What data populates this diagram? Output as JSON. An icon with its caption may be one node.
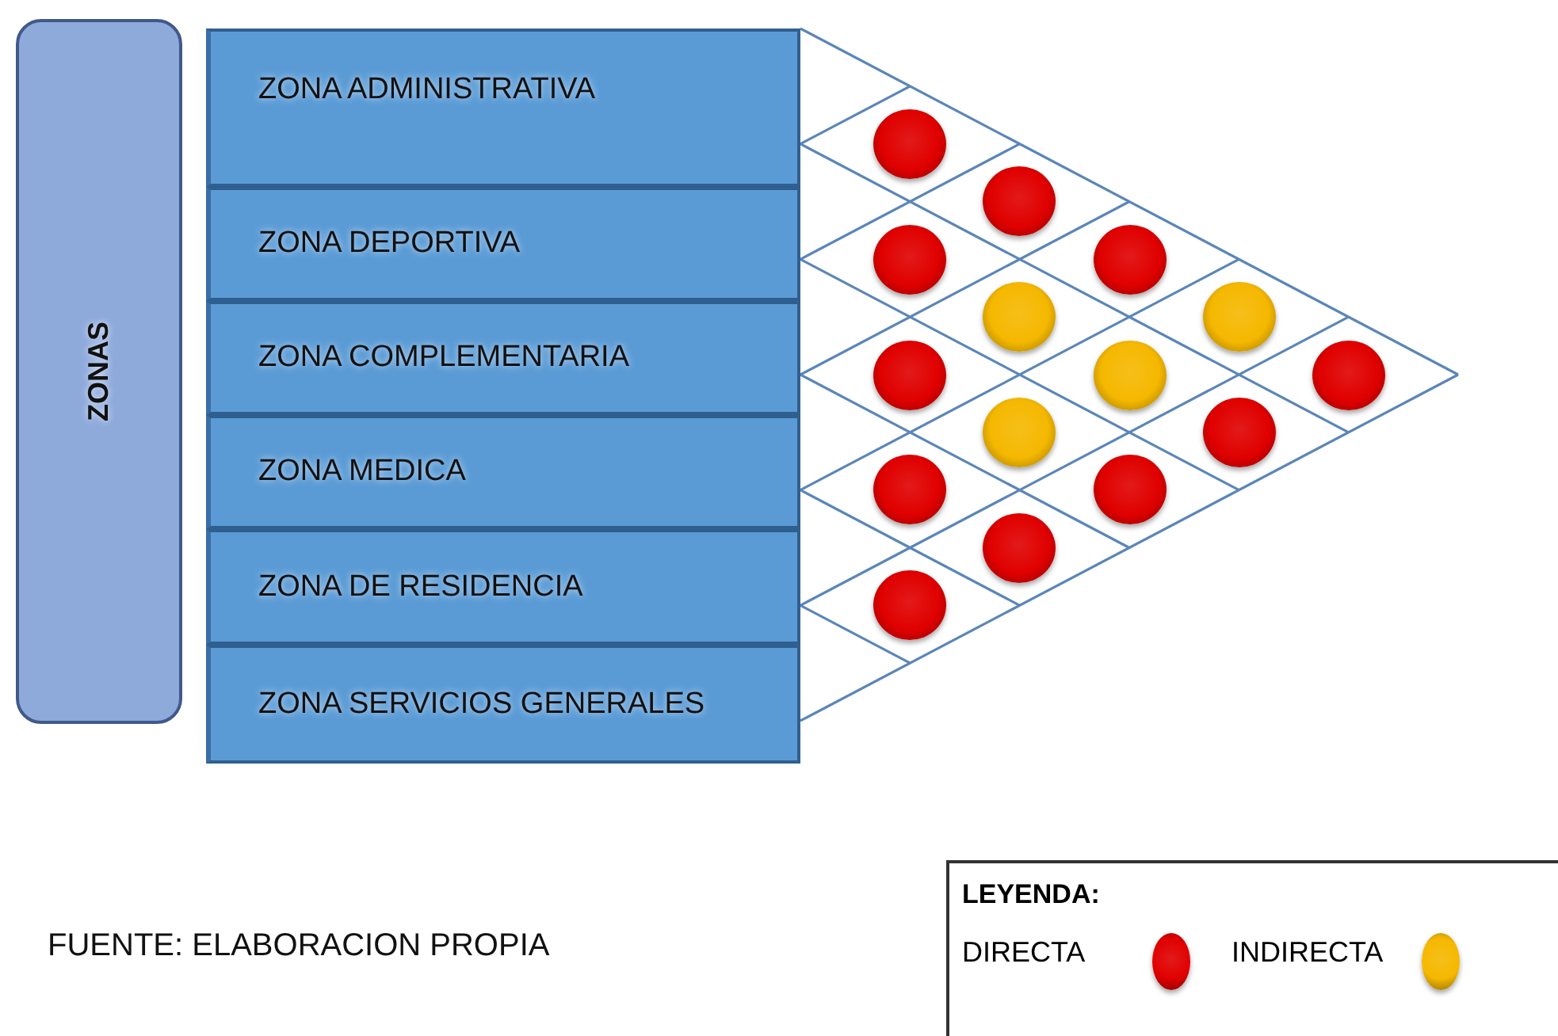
{
  "diagram": {
    "nodes": [
      {
        "text": [
          "ZONAS"
        ]
      },
      {
        "text": [
          "ZONA ADMINISTRATIVA"
        ]
      },
      {
        "text": [
          "ZONA DEPORTIVA"
        ]
      },
      {
        "text": [
          "ZONA COMPLEMENTARIA"
        ]
      },
      {
        "text": [
          "ZONA MEDICA"
        ]
      },
      {
        "text": [
          "ZONA DE RESIDENCIA"
        ]
      },
      {
        "text": [
          "ZONA SERVICIOS GENERALES"
        ]
      },
      {
        "text": [],
        "shape": "circle"
      },
      {
        "text": [],
        "shape": "circle"
      },
      {
        "text": [],
        "shape": "circle"
      },
      {
        "text": [],
        "shape": "circle"
      },
      {
        "text": [],
        "shape": "circle"
      },
      {
        "text": [],
        "shape": "circle"
      },
      {
        "text": [],
        "shape": "circle"
      },
      {
        "text": [],
        "shape": "circle"
      },
      {
        "text": [],
        "shape": "circle"
      },
      {
        "text": [],
        "shape": "circle"
      },
      {
        "text": [],
        "shape": "circle"
      },
      {
        "text": [],
        "shape": "circle"
      },
      {
        "text": [],
        "shape": "circle"
      },
      {
        "text": [],
        "shape": "circle"
      },
      {
        "text": [],
        "shape": "circle"
      }
    ],
    "labels": [
      "FUENTE: ELABORACION PROPIA",
      "LEYENDA:"
    ],
    "legend": [
      {
        "text": "DIRECTA",
        "color": "#e00000"
      },
      {
        "text": "INDIRECTA",
        "color": "#f5b800"
      }
    ]
  }
}
